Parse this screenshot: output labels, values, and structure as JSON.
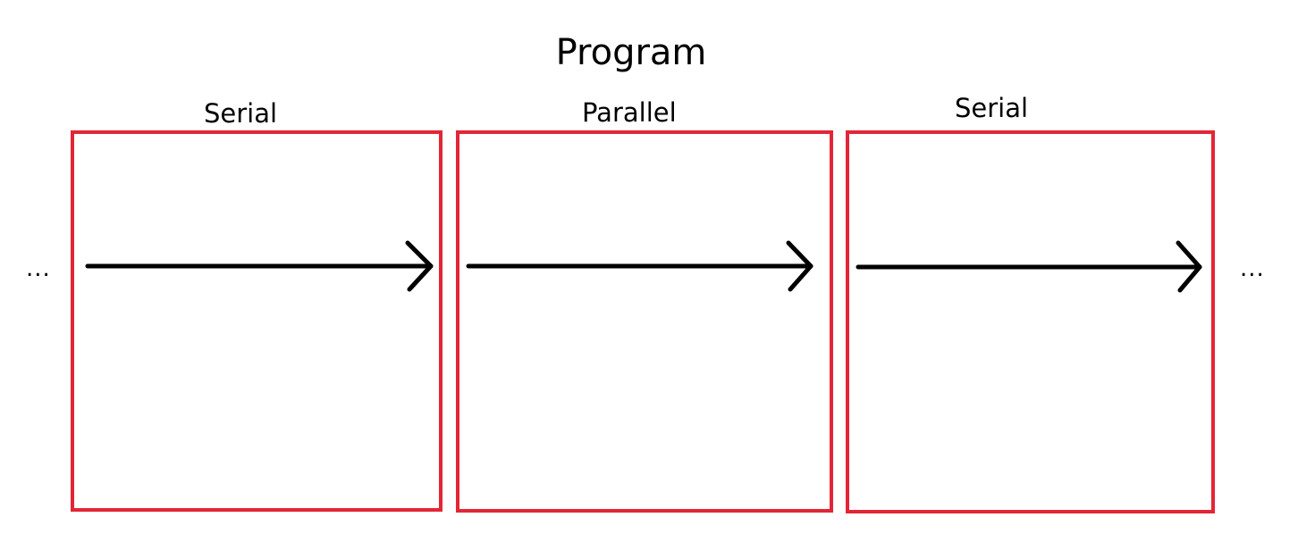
{
  "diagram": {
    "title": "Program",
    "ellipsis_left": "...",
    "ellipsis_right": "...",
    "boxes": [
      {
        "label": "Serial"
      },
      {
        "label": "Parallel"
      },
      {
        "label": "Serial"
      }
    ],
    "colors": {
      "box_border": "#e32636",
      "arrow": "#000000",
      "background": "#ffffff"
    }
  }
}
